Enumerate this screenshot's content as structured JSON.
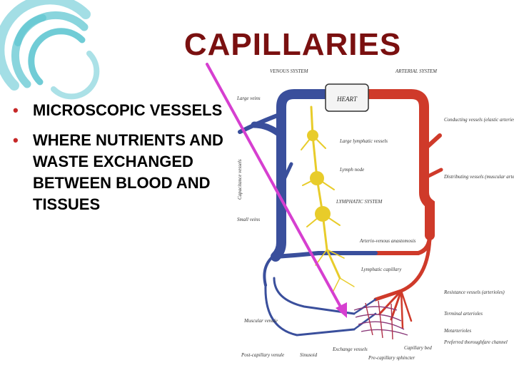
{
  "slide": {
    "title": "CAPILLARIES",
    "bullets": [
      "MICROSCOPIC VESSELS",
      "WHERE NUTRIENTS AND WASTE EXCHANGED BETWEEN BLOOD AND TISSUES"
    ]
  },
  "diagram": {
    "labels": {
      "venous_system": "VENOUS SYSTEM",
      "arterial_system": "ARTERIAL SYSTEM",
      "heart": "HEART",
      "large_veins": "Large veins",
      "capacitance_vessels": "Capacitance vessels",
      "large_lymphatic": "Large lymphatic vessels",
      "lymph_node": "Lymph node",
      "lymphatic_system": "LYMPHATIC SYSTEM",
      "conducting_vessels": "Conducting vessels (elastic arteries)",
      "distributing_vessels": "Distributing vessels (muscular arteries)",
      "small_veins": "Small veins",
      "av_anastomosis": "Arterio-venous anastomosis",
      "lymphatic_capillary": "Lymphatic capillary",
      "resistance_vessels": "Resistance vessels (arterioles)",
      "terminal_arterioles": "Terminal arterioles",
      "metarterioles": "Metarterioles",
      "capillary_bed": "Capillary bed",
      "preferred_channel": "Preferred thoroughfare channel",
      "muscular_venule": "Muscular venule",
      "postcapillary_venule": "Post-capillary venule",
      "sinusoid": "Sinusoid",
      "exchange_vessels": "Exchange vessels",
      "precapillary_sphincter": "Pre-capillary sphincter"
    }
  },
  "colors": {
    "title": "#7a1010",
    "bullet_dot": "#c62828",
    "vein": "#3a4f9c",
    "artery": "#cf3a2a",
    "lymph": "#e8cc2a",
    "pointer": "#d63fd0",
    "logo": "#57c3cf"
  },
  "icons": {
    "logo": "swirl-logo-icon",
    "pointer": "arrow-pointer-icon"
  }
}
